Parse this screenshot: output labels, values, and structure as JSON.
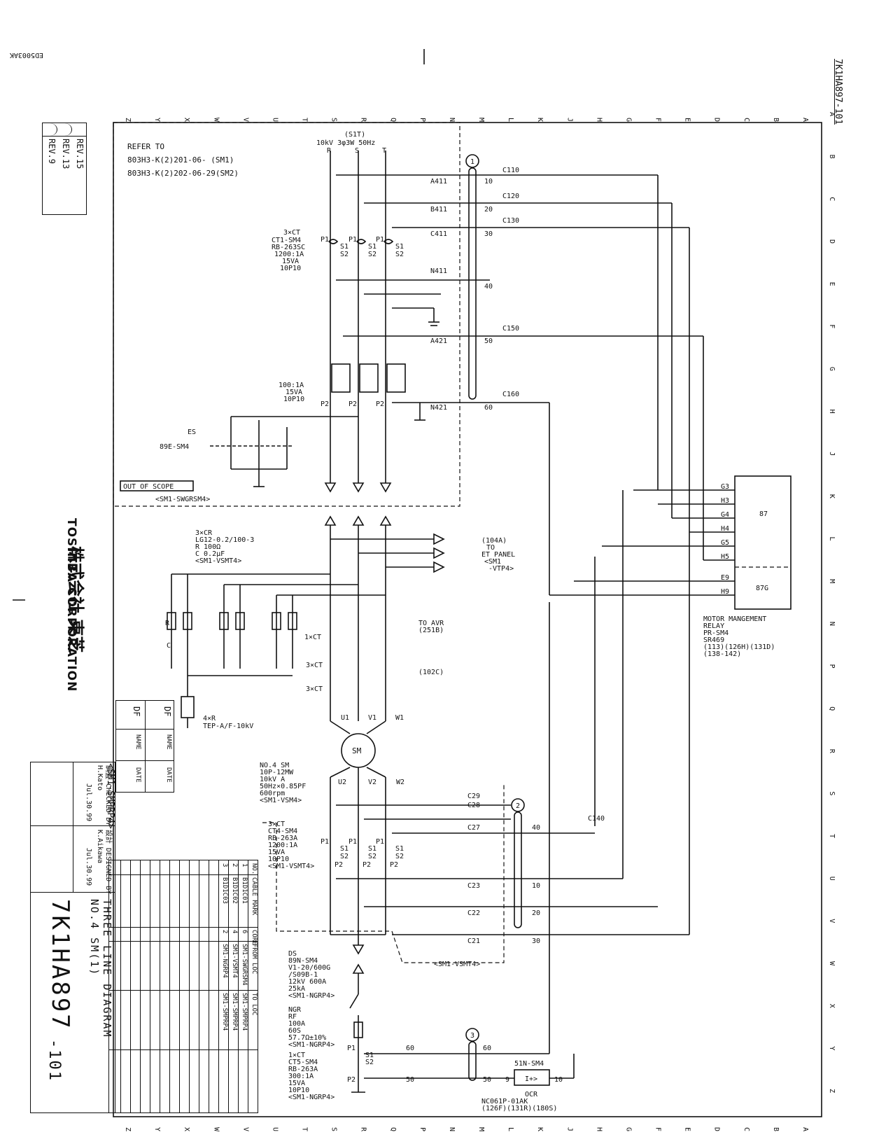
{
  "drawing_number": "7K1HA897-101",
  "corner_code": "ED5003AK",
  "company": {
    "english": "TOSHIBA CORPORATION",
    "japanese": "株式会社 東芝"
  },
  "title_block": {
    "title_line1": "THREE LINE DIAGRAM",
    "title_line2": "NO.4 SM(1)",
    "doc_number": "7K1HA897",
    "sheet": "-101",
    "checked_label": "調査 CHECKED BY",
    "checked_name": "H.Kato",
    "checked_date": "Jul.30.99",
    "designed_label": "設計 DESIGNED BY",
    "designed_name": "K.Aikawa",
    "designed_date": "Jul.30.99",
    "panel_ref": "<SM1-SMPRP4>"
  },
  "revisions": [
    "REV.15",
    "REV.13",
    "REV.9"
  ],
  "df_box": {
    "headers": [
      "DF",
      "NAME",
      "DATE"
    ],
    "rows": [
      [
        "DF",
        "NAME",
        "DATE"
      ],
      [
        "DF",
        "NAME",
        "DATE"
      ]
    ]
  },
  "cable_table": {
    "headers": [
      "NO.",
      "CABLE MARK",
      "CORE",
      "FROM LOC",
      "TO LOC"
    ],
    "rows": [
      [
        "1",
        "B1D1C01",
        "6",
        "SM1-SWGRSM4",
        "SM1-SMPRP4"
      ],
      [
        "2",
        "B1D1C02",
        "4",
        "SM1-VSMT4",
        "SM1-SMPRP4"
      ],
      [
        "3",
        "B1D1C03",
        "2",
        "SM1-NGRP4",
        "SM1-SMPRP4"
      ]
    ]
  },
  "grid_letters": [
    "A",
    "B",
    "C",
    "D",
    "E",
    "F",
    "G",
    "H",
    "J",
    "K",
    "L",
    "M",
    "N",
    "P",
    "Q",
    "R",
    "S",
    "T",
    "U",
    "V",
    "W",
    "X",
    "Y",
    "Z"
  ],
  "labels": {
    "refer": [
      "REFER TO",
      "803H3-K(2)201-06-  (SM1)",
      "803H3-K(2)202-06-29(SM2)"
    ],
    "supply": [
      "(S1T)",
      "10kV 3φ3W 50Hz"
    ],
    "phases": [
      "R",
      "S",
      "T"
    ],
    "ct1": [
      "3×CT",
      "CT1-SM4",
      "RB-263SC",
      "1200:1A",
      "15VA",
      "10P10"
    ],
    "ct_pins": [
      "P1",
      "S1",
      "S2",
      "P2"
    ],
    "vt": [
      "100:1A",
      "15VA",
      "10P10"
    ],
    "es": [
      "ES",
      "89E-SM4"
    ],
    "out_of_scope": "OUT OF SCOPE",
    "swgr_ref": "<SM1-SWGRSM4>",
    "cr": [
      "3×CR",
      "LG12-0.2/100-3",
      "R 100Ω",
      "C 0.2μF",
      "<SM1-VSMT4>"
    ],
    "rc": [
      "R",
      "C"
    ],
    "et_panel": [
      "(104A)",
      "TO",
      "ET PANEL",
      "<SM1",
      "-VTP4>"
    ],
    "avr": [
      "TO AVR",
      "(251B)"
    ],
    "ct_groups": [
      "1×CT",
      "3×CT",
      "3×CT"
    ],
    "ref_102c": "(102C)",
    "arrester": [
      "4×R",
      "TEP-A/F-10kV"
    ],
    "motor_terminals": [
      "U1",
      "V1",
      "W1",
      "U2",
      "V2",
      "W2"
    ],
    "motor": "SM",
    "motor_spec": [
      "NO.4 SM",
      "10P-12MW",
      "10kV     A",
      "50Hz×0.85PF",
      "600rpm",
      "<SM1-VSM4>"
    ],
    "ct4": [
      "3×CT",
      "CT4-SM4",
      "RB-263A",
      "1200:1A",
      "15VA",
      "10P10",
      "<SM1-VSMT4>"
    ],
    "vsmt_ref": "<SM1-VSMT4>",
    "ds": [
      "DS",
      "89N-SM4",
      "V1-20/600G",
      "/S09B-1",
      "12kV 600A",
      "25kA",
      "<SM1-NGRP4>"
    ],
    "ngr": [
      "NGR",
      "RF",
      "100A",
      "60S",
      "57.7Ω±10%",
      "<SM1-NGRP4>"
    ],
    "ct5": [
      "1×CT",
      "CT5-SM4",
      "RB-263A",
      "300:1A",
      "15VA",
      "10P10",
      "<SM1-NGRP4>"
    ],
    "ocr": [
      "51N-SM4",
      "OCR",
      "NC061P-01AK",
      "(126F)(131R)(180S)"
    ],
    "relay": [
      "MOTOR MANGEMENT",
      "RELAY",
      "PR-SM4",
      "SR469",
      "(113)(126H)(131D)",
      "(138-142)"
    ],
    "relay_blocks": [
      "87",
      "87G"
    ],
    "relay_terminals": [
      "G3",
      "H3",
      "G4",
      "H4",
      "G5",
      "H5",
      "E9",
      "H9"
    ],
    "wires": [
      "A411",
      "B411",
      "C411",
      "N411",
      "A421",
      "N421",
      "C110",
      "C120",
      "C130",
      "C150",
      "C160",
      "C140",
      "C29",
      "C28",
      "C27",
      "C23",
      "C22",
      "C21"
    ],
    "nums": [
      "10",
      "20",
      "30",
      "40",
      "50",
      "60",
      "40",
      "10",
      "20",
      "30",
      "60",
      "50",
      "60",
      "50",
      "9",
      "10"
    ],
    "circles": [
      "1",
      "2",
      "3"
    ],
    "ocr_sym": "I+>"
  }
}
